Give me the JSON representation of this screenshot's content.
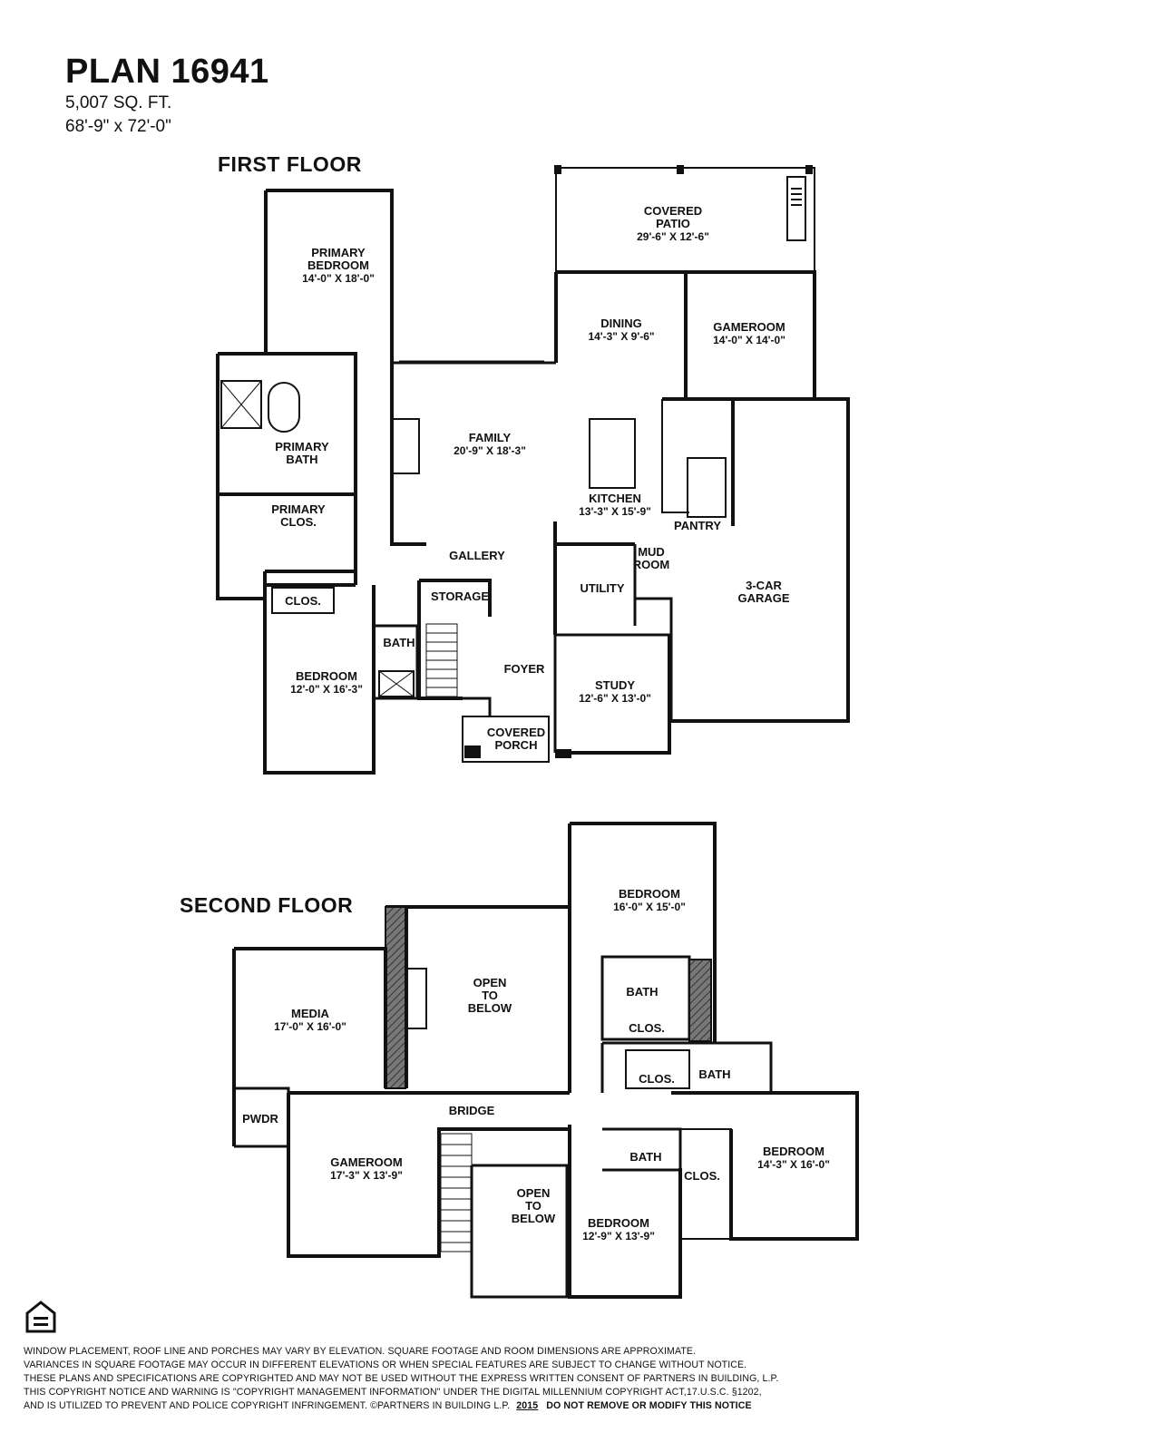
{
  "header": {
    "plan": "PLAN 16941",
    "sqft": "5,007 SQ. FT.",
    "dimensions": "68'-9\" x 72'-0\""
  },
  "first_floor": {
    "title": "FIRST FLOOR",
    "rooms": {
      "covered_patio": {
        "name": "COVERED",
        "name2": "PATIO",
        "dim": "29'-6\" X 12'-6\""
      },
      "primary_bedroom": {
        "name": "PRIMARY",
        "name2": "BEDROOM",
        "dim": "14'-0\" X 18'-0\""
      },
      "dining": {
        "name": "DINING",
        "dim": "14'-3\" X 9'-6\""
      },
      "gameroom": {
        "name": "GAMEROOM",
        "dim": "14'-0\" X 14'-0\""
      },
      "family": {
        "name": "FAMILY",
        "dim": "20'-9\" X 18'-3\""
      },
      "primary_bath": {
        "name": "PRIMARY",
        "name2": "BATH"
      },
      "kitchen": {
        "name": "KITCHEN",
        "dim": "13'-3\" X 15'-9\""
      },
      "pantry": {
        "name": "PANTRY"
      },
      "primary_clos": {
        "name": "PRIMARY",
        "name2": "CLOS."
      },
      "gallery": {
        "name": "GALLERY"
      },
      "mud_room": {
        "name": "MUD",
        "name2": "ROOM"
      },
      "utility": {
        "name": "UTILITY"
      },
      "garage": {
        "name": "3-CAR",
        "name2": "GARAGE"
      },
      "clos": {
        "name": "CLOS."
      },
      "storage": {
        "name": "STORAGE"
      },
      "bath": {
        "name": "BATH"
      },
      "bedroom": {
        "name": "BEDROOM",
        "dim": "12'-0\" X 16'-3\""
      },
      "foyer": {
        "name": "FOYER"
      },
      "study": {
        "name": "STUDY",
        "dim": "12'-6\" X 13'-0\""
      },
      "covered_porch": {
        "name": "COVERED",
        "name2": "PORCH"
      }
    }
  },
  "second_floor": {
    "title": "SECOND FLOOR",
    "rooms": {
      "bedroom_2": {
        "name": "BEDROOM",
        "dim": "16'-0\" X 15'-0\""
      },
      "open_to_below_1": {
        "name": "OPEN",
        "name2": "TO",
        "name3": "BELOW"
      },
      "media": {
        "name": "MEDIA",
        "dim": "17'-0\" X 16'-0\""
      },
      "bath_2": {
        "name": "BATH"
      },
      "clos_2": {
        "name": "CLOS."
      },
      "clos_3": {
        "name": "CLOS."
      },
      "bath_3": {
        "name": "BATH"
      },
      "bridge": {
        "name": "BRIDGE"
      },
      "pwdr": {
        "name": "PWDR"
      },
      "bedroom_3": {
        "name": "BEDROOM",
        "dim": "14'-3\" X 16'-0\""
      },
      "gameroom_2": {
        "name": "GAMEROOM",
        "dim": "17'-3\" X 13'-9\""
      },
      "bath_4": {
        "name": "BATH"
      },
      "clos_4": {
        "name": "CLOS."
      },
      "open_to_below_2": {
        "name": "OPEN",
        "name2": "TO",
        "name3": "BELOW"
      },
      "bedroom_4": {
        "name": "BEDROOM",
        "dim": "12'-9\" X 13'-9\""
      }
    }
  },
  "disclaimer": {
    "line1": "WINDOW PLACEMENT, ROOF LINE AND PORCHES MAY VARY BY ELEVATION.  SQUARE FOOTAGE AND ROOM DIMENSIONS ARE APPROXIMATE.",
    "line2": "VARIANCES IN SQUARE FOOTAGE MAY OCCUR IN DIFFERENT ELEVATIONS OR WHEN SPECIAL FEATURES ARE SUBJECT TO CHANGE WITHOUT NOTICE.",
    "line3": "THESE PLANS AND SPECIFICATIONS ARE COPYRIGHTED AND MAY NOT BE USED WITHOUT THE EXPRESS WRITTEN CONSENT OF PARTNERS IN BUILDING, L.P.",
    "line4": "THIS COPYRIGHT NOTICE AND WARNING IS \"COPYRIGHT MANAGEMENT INFORMATION\" UNDER THE DIGITAL MILLENNIUM COPYRIGHT ACT,17.U.S.C. §1202,",
    "line5a": "AND IS UTILIZED TO PREVENT AND POLICE COPYRIGHT INFRINGEMENT.  ©PARTNERS IN BUILDING L.P.",
    "year": "2015",
    "notice": "DO NOT REMOVE OR MODIFY THIS NOTICE"
  },
  "logo": {
    "icon": "equal-housing-opportunity-icon"
  }
}
